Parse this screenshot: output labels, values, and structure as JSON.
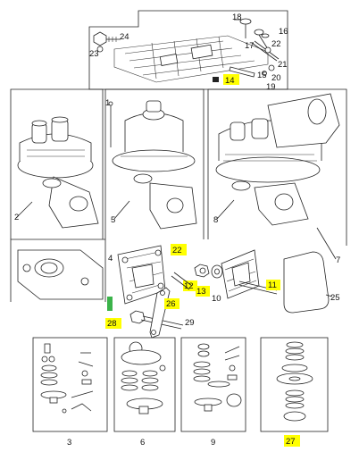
{
  "diagram": {
    "callouts": [
      {
        "id": "c24",
        "text": "24",
        "highlight": false
      },
      {
        "id": "c23",
        "text": "23",
        "highlight": false
      },
      {
        "id": "c18",
        "text": "18",
        "highlight": false
      },
      {
        "id": "c16",
        "text": "16",
        "highlight": false
      },
      {
        "id": "c17",
        "text": "17",
        "highlight": false
      },
      {
        "id": "c22top",
        "text": "22",
        "highlight": false
      },
      {
        "id": "c21",
        "text": "21",
        "highlight": false
      },
      {
        "id": "c20",
        "text": "20",
        "highlight": false
      },
      {
        "id": "c19",
        "text": "19",
        "highlight": false
      },
      {
        "id": "c15",
        "text": "15",
        "highlight": false
      },
      {
        "id": "c14",
        "text": "14",
        "highlight": true
      },
      {
        "id": "c1",
        "text": "1",
        "highlight": false
      },
      {
        "id": "c2",
        "text": "2",
        "highlight": false
      },
      {
        "id": "c5",
        "text": "5",
        "highlight": false
      },
      {
        "id": "c8",
        "text": "8",
        "highlight": false
      },
      {
        "id": "c7",
        "text": "7",
        "highlight": false
      },
      {
        "id": "c4",
        "text": "4",
        "highlight": false
      },
      {
        "id": "c22",
        "text": "22",
        "highlight": true
      },
      {
        "id": "c12",
        "text": "12",
        "highlight": true
      },
      {
        "id": "c13",
        "text": "13",
        "highlight": true
      },
      {
        "id": "c10",
        "text": "10",
        "highlight": false
      },
      {
        "id": "c11",
        "text": "11",
        "highlight": true
      },
      {
        "id": "c25",
        "text": "25",
        "highlight": false
      },
      {
        "id": "c26",
        "text": "26",
        "highlight": true
      },
      {
        "id": "c28",
        "text": "28",
        "highlight": true
      },
      {
        "id": "c29",
        "text": "29",
        "highlight": false
      },
      {
        "id": "c3",
        "text": "3",
        "highlight": false
      },
      {
        "id": "c6",
        "text": "6",
        "highlight": false
      },
      {
        "id": "c9",
        "text": "9",
        "highlight": false
      },
      {
        "id": "c27",
        "text": "27",
        "highlight": true
      }
    ],
    "highlight_color": "#ffff00",
    "marker_color": "#3bb34a"
  }
}
